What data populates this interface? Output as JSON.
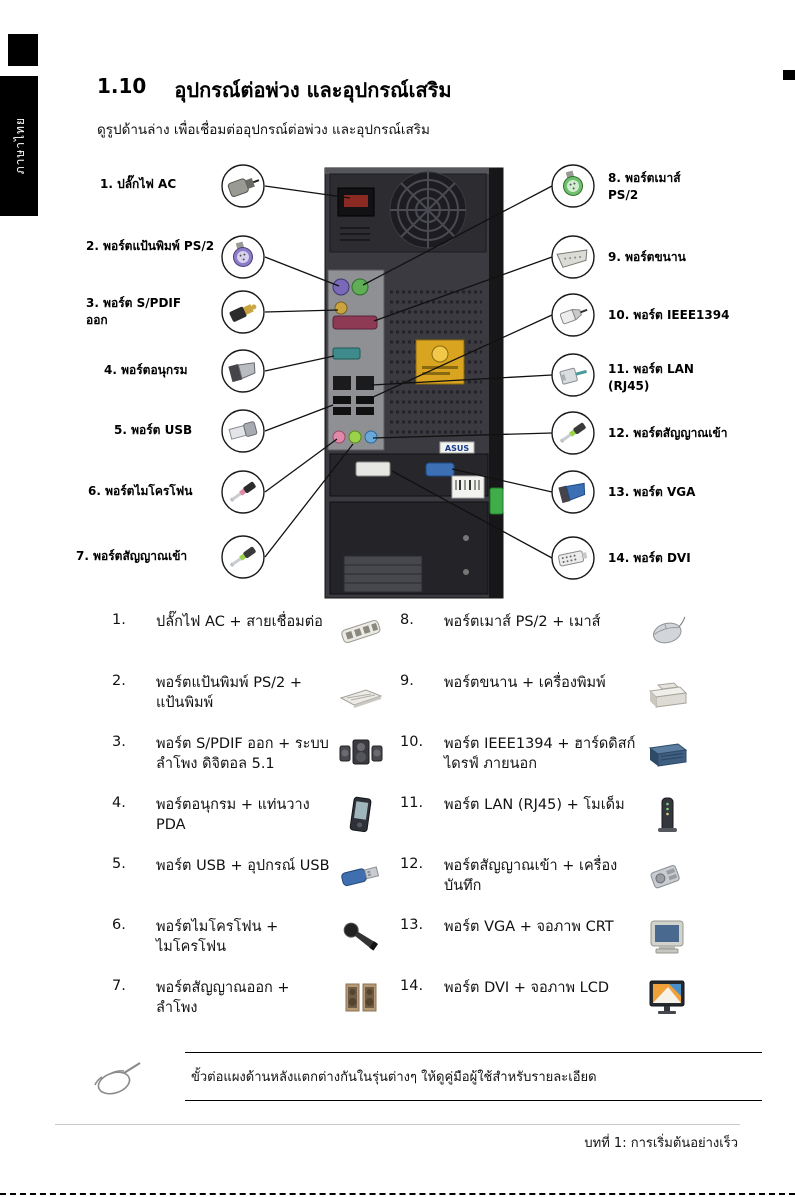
{
  "page": {
    "section_number": "1.10",
    "section_title": "อุปกรณ์ต่อพ่วง และอุปกรณ์เสริม",
    "subtitle": "ดูรูปด้านล่าง เพื่อเชื่อมต่ออุปกรณ์ต่อพ่วง และอุปกรณ์เสริม",
    "side_tab": "ภาษาไทย",
    "note": "ขั้วต่อแผงด้านหลังแตกต่างกันในรุ่นต่างๆ ให้ดูคู่มือผู้ใช้สำหรับรายละเอียด",
    "footer": "บทที่ 1: การเริ่มต้นอย่างเร็ว"
  },
  "diagram": {
    "tower_brand": "ASUS",
    "labels_left": [
      {
        "label": "1. ปลั๊กไฟ AC"
      },
      {
        "label": "2. พอร์ตแป้นพิมพ์ PS/2"
      },
      {
        "label": "3. พอร์ต S/PDIF ออก"
      },
      {
        "label": "4. พอร์ตอนุกรม"
      },
      {
        "label": "5. พอร์ต USB"
      },
      {
        "label": "6. พอร์ตไมโครโฟน"
      },
      {
        "label": "7. พอร์ตสัญญาณเข้า"
      }
    ],
    "labels_right": [
      {
        "label": "8. พอร์ตเมาส์ PS/2"
      },
      {
        "label": "9. พอร์ตขนาน"
      },
      {
        "label": "10. พอร์ต IEEE1394"
      },
      {
        "label": "11. พอร์ต LAN (RJ45)"
      },
      {
        "label": "12. พอร์ตสัญญาณเข้า"
      },
      {
        "label": "13. พอร์ต VGA"
      },
      {
        "label": "14. พอร์ต DVI"
      }
    ]
  },
  "list": {
    "left": [
      {
        "num": "1.",
        "text": "ปลั๊กไฟ AC + สายเชื่อมต่อ"
      },
      {
        "num": "2.",
        "text": "พอร์ตแป้นพิมพ์ PS/2 + แป้นพิมพ์"
      },
      {
        "num": "3.",
        "text": "พอร์ต S/PDIF ออก + ระบบลำโพง ดิจิตอล 5.1"
      },
      {
        "num": "4.",
        "text": "พอร์ตอนุกรม + แท่นวาง PDA"
      },
      {
        "num": "5.",
        "text": "พอร์ต USB + อุปกรณ์ USB"
      },
      {
        "num": "6.",
        "text": "พอร์ตไมโครโฟน + ไมโครโฟน"
      },
      {
        "num": "7.",
        "text": "พอร์ตสัญญาณออก + ลำโพง"
      }
    ],
    "right": [
      {
        "num": "8.",
        "text": "พอร์ตเมาส์ PS/2 + เมาส์"
      },
      {
        "num": "9.",
        "text": "พอร์ตขนาน + เครื่องพิมพ์"
      },
      {
        "num": "10.",
        "text": "พอร์ต IEEE1394 + ฮาร์ดดิสก์ไดรฟ์ ภายนอก"
      },
      {
        "num": "11.",
        "text": "พอร์ต LAN (RJ45) + โมเด็ม"
      },
      {
        "num": "12.",
        "text": "พอร์ตสัญญาณเข้า + เครื่องบันทึก"
      },
      {
        "num": "13.",
        "text": "พอร์ต VGA + จอภาพ CRT"
      },
      {
        "num": "14.",
        "text": "พอร์ต DVI + จอภาพ LCD"
      }
    ]
  }
}
